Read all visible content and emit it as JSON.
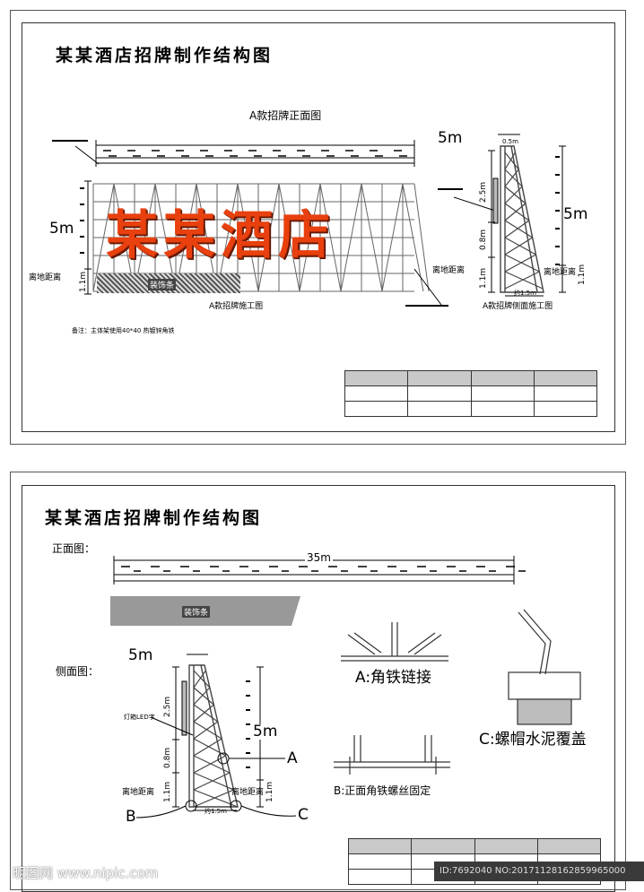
{
  "sheet1": {
    "title": "某某酒店招牌制作结构图",
    "front_view_label": "A款招牌正面图",
    "construction_label": "A款招牌施工图",
    "side_label": "A款招牌侧面施工图",
    "sign_text": "某某酒店",
    "height_left": "5m",
    "height_right_top": "5m",
    "height_right_mid": "5m",
    "ground_left": "离地距离",
    "ground_right": "离地距离",
    "dim_11_left": "1.1m",
    "dim_11_right": "1.1m",
    "dim_25": "2.5m",
    "dim_08": "0.8m",
    "dim_11_side": "1.1m",
    "top_width": "0.5m",
    "bottom_width": "约1.5m",
    "hatch_label": "装饰条",
    "note": "备注：主体架使用40*40  热镀锌角铁"
  },
  "sheet2": {
    "title": "某某酒店招牌制作结构图",
    "front_label": "正面图：",
    "side_label": "侧面图：",
    "length": "35m",
    "hatch_label": "装饰条",
    "height_a": "5m",
    "height_b": "5m",
    "dim_25": "2.5m",
    "dim_08": "0.8m",
    "dim_11a": "1.1m",
    "dim_11b": "1.1m",
    "ground_a": "离地距离",
    "ground_b": "离地距离",
    "led_label": "灯箱LED字",
    "bottom_width": "约1.5m",
    "mark_a": "A",
    "mark_b": "B",
    "mark_c": "C",
    "detail_a": "A:角铁链接",
    "detail_b": "B:正面角铁螺丝固定",
    "detail_c": "C:螺帽水泥覆盖"
  },
  "watermark": {
    "site": "昵图网 www.nipic.com",
    "id": "ID:7692040 NO:20171128162859965000"
  },
  "colors": {
    "sign_red": "#e8400e",
    "header_gray": "#c9c9c9"
  }
}
